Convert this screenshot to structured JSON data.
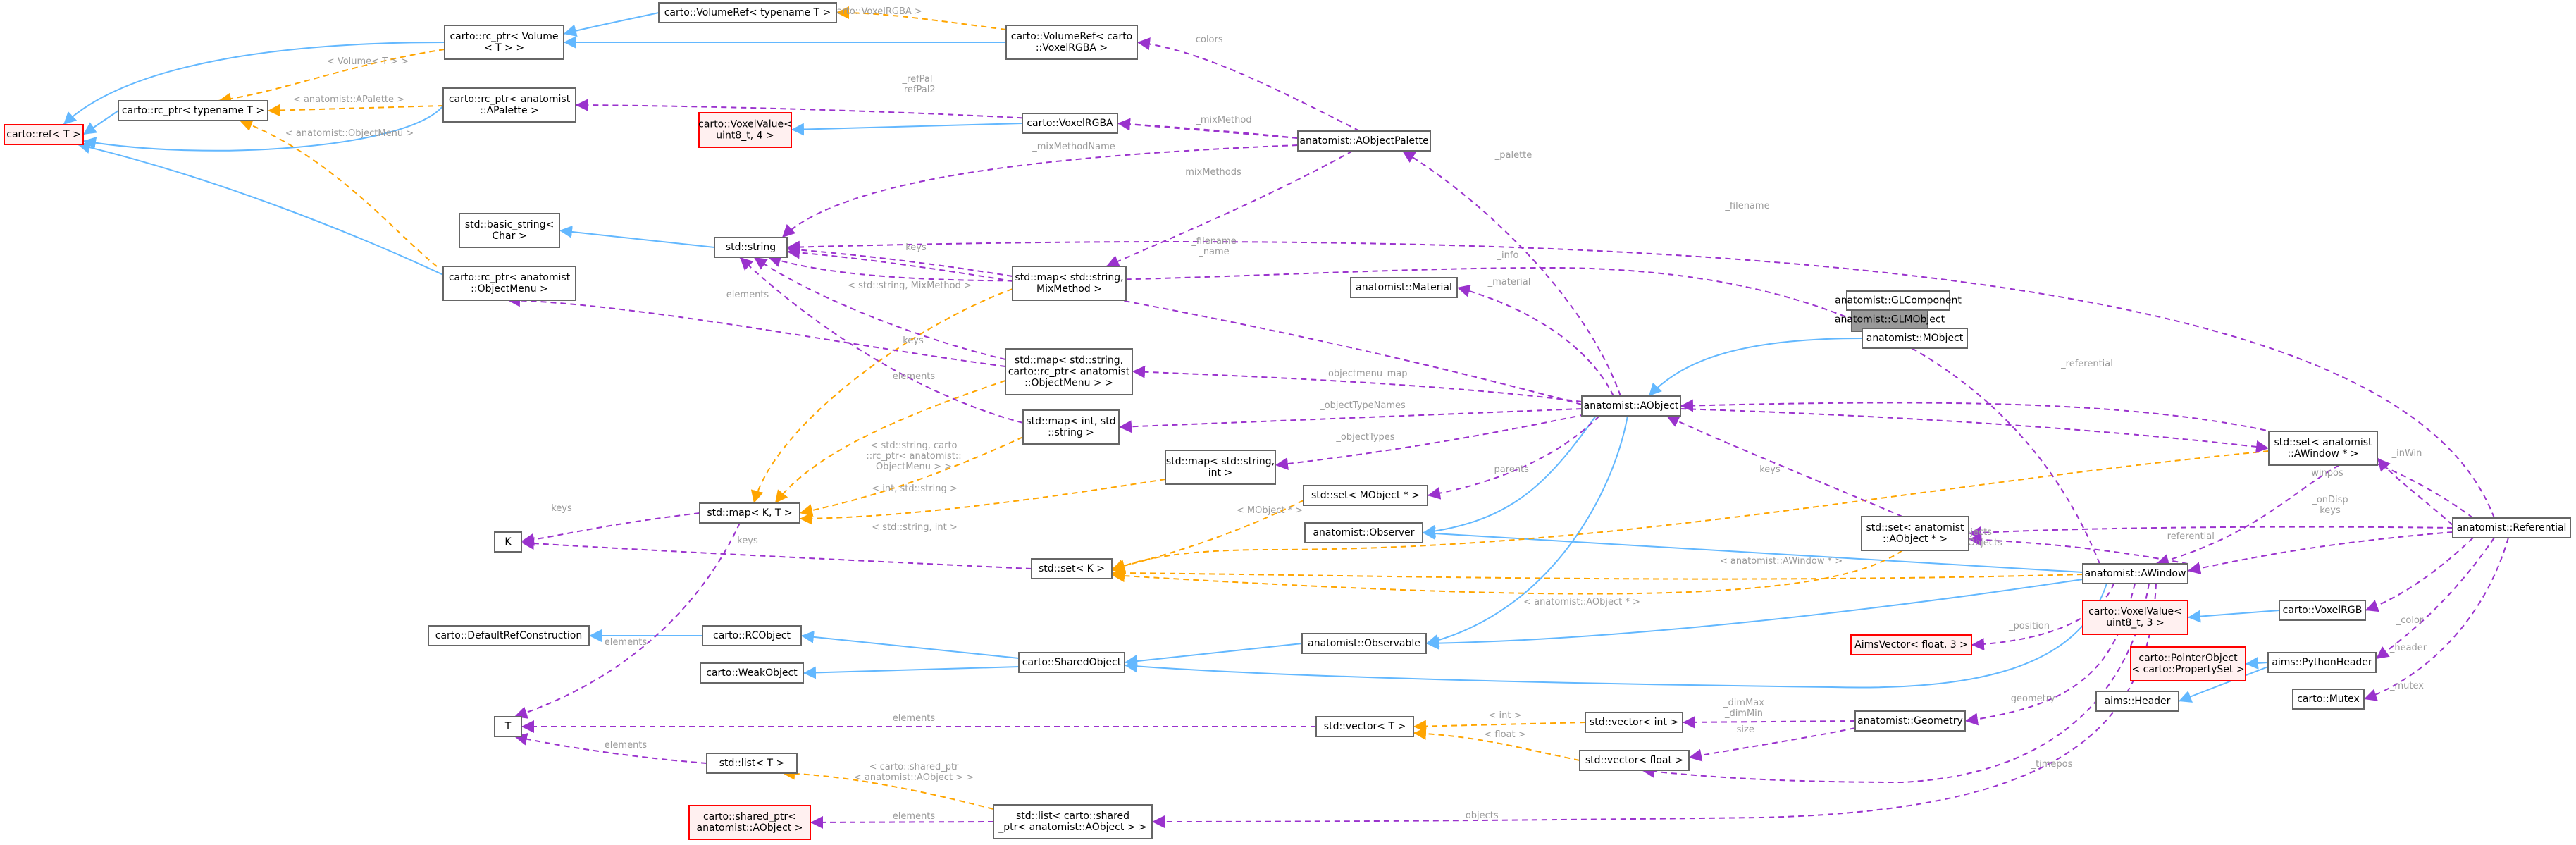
{
  "nodes": [
    {
      "id": "GLMObject",
      "lines": [
        "anatomist::GLMObject"
      ],
      "style": "gray"
    },
    {
      "id": "GLComponent",
      "lines": [
        "anatomist::GLComponent"
      ]
    },
    {
      "id": "MObject",
      "lines": [
        "anatomist::MObject"
      ]
    },
    {
      "id": "AObject",
      "lines": [
        "anatomist::AObject"
      ]
    },
    {
      "id": "Material",
      "lines": [
        "anatomist::Material"
      ]
    },
    {
      "id": "AObjectPalette",
      "lines": [
        "anatomist::AObjectPalette"
      ]
    },
    {
      "id": "VoxelRGBA",
      "lines": [
        "carto::VoxelRGBA"
      ]
    },
    {
      "id": "VoxelValue4",
      "lines": [
        "carto::VoxelValue<",
        "uint8_t, 4 >"
      ],
      "style": "red"
    },
    {
      "id": "VolumeRefRGBA",
      "lines": [
        "carto::VolumeRef< carto",
        "::VoxelRGBA >"
      ]
    },
    {
      "id": "VolumeRefT",
      "lines": [
        "carto::VolumeRef< typename T >"
      ]
    },
    {
      "id": "RcPtrVolume",
      "lines": [
        "carto::rc_ptr< Volume",
        "< T > >"
      ]
    },
    {
      "id": "RcPtrT",
      "lines": [
        "carto::rc_ptr< typename T >"
      ]
    },
    {
      "id": "RefT",
      "lines": [
        "carto::ref< T >"
      ],
      "style": "red"
    },
    {
      "id": "RcPtrAPalette",
      "lines": [
        "carto::rc_ptr< anatomist",
        "::APalette >"
      ]
    },
    {
      "id": "BasicString",
      "lines": [
        "std::basic_string<",
        "Char >"
      ]
    },
    {
      "id": "StdString",
      "lines": [
        "std::string"
      ]
    },
    {
      "id": "RcPtrObjectMenu",
      "lines": [
        "carto::rc_ptr< anatomist",
        "::ObjectMenu >"
      ]
    },
    {
      "id": "MapStrMix",
      "lines": [
        "std::map< std::string,",
        "MixMethod >"
      ]
    },
    {
      "id": "MapStrMenu",
      "lines": [
        "std::map< std::string,",
        "carto::rc_ptr< anatomist",
        "::ObjectMenu > >"
      ]
    },
    {
      "id": "MapIntStr",
      "lines": [
        "std::map< int, std",
        "::string >"
      ]
    },
    {
      "id": "MapStrInt",
      "lines": [
        "std::map< std::string,",
        "int >"
      ]
    },
    {
      "id": "MapKT",
      "lines": [
        "std::map< K, T >"
      ]
    },
    {
      "id": "K",
      "lines": [
        "K"
      ]
    },
    {
      "id": "SetK",
      "lines": [
        "std::set< K >"
      ]
    },
    {
      "id": "SetMObject",
      "lines": [
        "std::set< MObject * >"
      ]
    },
    {
      "id": "Observer",
      "lines": [
        "anatomist::Observer"
      ]
    },
    {
      "id": "Observable",
      "lines": [
        "anatomist::Observable"
      ]
    },
    {
      "id": "SetAObject",
      "lines": [
        "std::set< anatomist",
        "::AObject * >"
      ]
    },
    {
      "id": "SetAWindow",
      "lines": [
        "std::set< anatomist",
        "::AWindow * >"
      ]
    },
    {
      "id": "AWindow",
      "lines": [
        "anatomist::AWindow"
      ]
    },
    {
      "id": "Referential",
      "lines": [
        "anatomist::Referential"
      ]
    },
    {
      "id": "DefaultRefConstruction",
      "lines": [
        "carto::DefaultRefConstruction"
      ]
    },
    {
      "id": "RCObject",
      "lines": [
        "carto::RCObject"
      ]
    },
    {
      "id": "WeakObject",
      "lines": [
        "carto::WeakObject"
      ]
    },
    {
      "id": "SharedObject",
      "lines": [
        "carto::SharedObject"
      ]
    },
    {
      "id": "AimsVector",
      "lines": [
        "AimsVector< float, 3 >"
      ],
      "style": "red"
    },
    {
      "id": "T",
      "lines": [
        "T"
      ]
    },
    {
      "id": "VectorT",
      "lines": [
        "std::vector< T >"
      ]
    },
    {
      "id": "VectorInt",
      "lines": [
        "std::vector< int >"
      ]
    },
    {
      "id": "VectorFloat",
      "lines": [
        "std::vector< float >"
      ]
    },
    {
      "id": "Geometry",
      "lines": [
        "anatomist::Geometry"
      ]
    },
    {
      "id": "ListT",
      "lines": [
        "std::list< T >"
      ]
    },
    {
      "id": "SharedPtrAObject",
      "lines": [
        "carto::shared_ptr<",
        "anatomist::AObject >"
      ],
      "style": "red"
    },
    {
      "id": "ListSharedPtr",
      "lines": [
        "std::list< carto::shared",
        "_ptr< anatomist::AObject > >"
      ]
    },
    {
      "id": "VoxelValue3",
      "lines": [
        "carto::VoxelValue<",
        "uint8_t, 3 >"
      ],
      "style": "red"
    },
    {
      "id": "VoxelRGB",
      "lines": [
        "carto::VoxelRGB"
      ]
    },
    {
      "id": "PointerObject",
      "lines": [
        "carto::PointerObject",
        "< carto::PropertySet >"
      ],
      "style": "red"
    },
    {
      "id": "PythonHeader",
      "lines": [
        "aims::PythonHeader"
      ]
    },
    {
      "id": "AimsHeader",
      "lines": [
        "aims::Header"
      ]
    },
    {
      "id": "Mutex",
      "lines": [
        "carto::Mutex"
      ]
    }
  ],
  "edge_labels": [
    {
      "id": "l_volumeT",
      "lines": [
        "< Volume< T > >"
      ]
    },
    {
      "id": "l_voxelRGBA",
      "lines": [
        "< carto::VoxelRGBA >"
      ]
    },
    {
      "id": "l_colors",
      "lines": [
        "_colors"
      ]
    },
    {
      "id": "l_refpal",
      "lines": [
        "_refPal",
        "_refPal2"
      ]
    },
    {
      "id": "l_apalette",
      "lines": [
        "< anatomist::APalette >"
      ]
    },
    {
      "id": "l_mixmethod",
      "lines": [
        "_mixMethod"
      ]
    },
    {
      "id": "l_objmenu",
      "lines": [
        "< anatomist::ObjectMenu >"
      ]
    },
    {
      "id": "l_mixmethodname",
      "lines": [
        "_mixMethodName"
      ]
    },
    {
      "id": "l_mixmethods",
      "lines": [
        "mixMethods"
      ]
    },
    {
      "id": "l_palette",
      "lines": [
        "_palette"
      ]
    },
    {
      "id": "l_filename_top",
      "lines": [
        "_filename"
      ]
    },
    {
      "id": "l_keys1",
      "lines": [
        "keys"
      ]
    },
    {
      "id": "l_info",
      "lines": [
        "_info"
      ]
    },
    {
      "id": "l_strmix",
      "lines": [
        "< std::string, MixMethod >"
      ]
    },
    {
      "id": "l_fn_name",
      "lines": [
        "_filename",
        "_name"
      ]
    },
    {
      "id": "l_material",
      "lines": [
        "_material"
      ]
    },
    {
      "id": "l_elements1",
      "lines": [
        "elements"
      ]
    },
    {
      "id": "l_keys2",
      "lines": [
        "keys"
      ]
    },
    {
      "id": "l_objmenumap",
      "lines": [
        "_objectmenu_map"
      ]
    },
    {
      "id": "l_referential",
      "lines": [
        "_referential"
      ]
    },
    {
      "id": "l_elements2",
      "lines": [
        "elements"
      ]
    },
    {
      "id": "l_objtypenames",
      "lines": [
        "_objectTypeNames"
      ]
    },
    {
      "id": "l_strcarto",
      "lines": [
        "< std::string, carto",
        "::rc_ptr< anatomist::",
        "ObjectMenu > >"
      ]
    },
    {
      "id": "l_objtypes",
      "lines": [
        "_objectTypes"
      ]
    },
    {
      "id": "l_inwin",
      "lines": [
        "_inWin"
      ]
    },
    {
      "id": "l_winpos",
      "lines": [
        "winpos"
      ]
    },
    {
      "id": "l_intstr",
      "lines": [
        "< int, std::string >"
      ]
    },
    {
      "id": "l_parents",
      "lines": [
        "_parents"
      ]
    },
    {
      "id": "l_keys3",
      "lines": [
        "keys"
      ]
    },
    {
      "id": "l_ondisp",
      "lines": [
        "_onDisp",
        "keys"
      ]
    },
    {
      "id": "l_keys4",
      "lines": [
        "keys"
      ]
    },
    {
      "id": "l_strint",
      "lines": [
        "< std::string, int >"
      ]
    },
    {
      "id": "l_mobject",
      "lines": [
        "< MObject * >"
      ]
    },
    {
      "id": "l_sobjects",
      "lines": [
        "_sobjects",
        "_tempObjects"
      ]
    },
    {
      "id": "l_keys5",
      "lines": [
        "keys"
      ]
    },
    {
      "id": "l_referential2",
      "lines": [
        "_referential"
      ]
    },
    {
      "id": "l_awin",
      "lines": [
        "< anatomist::AWindow * >"
      ]
    },
    {
      "id": "l_aobj",
      "lines": [
        "< anatomist::AObject * >"
      ]
    },
    {
      "id": "l_elements3",
      "lines": [
        "elements"
      ]
    },
    {
      "id": "l_color",
      "lines": [
        "_color"
      ]
    },
    {
      "id": "l_position",
      "lines": [
        "_position"
      ]
    },
    {
      "id": "l_header",
      "lines": [
        "_header"
      ]
    },
    {
      "id": "l_mutex",
      "lines": [
        "_mutex"
      ]
    },
    {
      "id": "l_dim",
      "lines": [
        "_dimMax",
        "_dimMin"
      ]
    },
    {
      "id": "l_geometry",
      "lines": [
        "_geometry"
      ]
    },
    {
      "id": "l_elements4",
      "lines": [
        "elements"
      ]
    },
    {
      "id": "l_tint",
      "lines": [
        "< int >"
      ]
    },
    {
      "id": "l_tfloat",
      "lines": [
        "< float >"
      ]
    },
    {
      "id": "l_size",
      "lines": [
        "_size"
      ]
    },
    {
      "id": "l_elements5",
      "lines": [
        "elements"
      ]
    },
    {
      "id": "l_sharedptr",
      "lines": [
        "< carto::shared_ptr",
        "< anatomist::AObject > >"
      ]
    },
    {
      "id": "l_timepos",
      "lines": [
        "_timepos"
      ]
    },
    {
      "id": "l_elements6",
      "lines": [
        "elements"
      ]
    },
    {
      "id": "l_objects",
      "lines": [
        "_objects"
      ]
    }
  ],
  "colors": {
    "inheritance": "#63b8ff",
    "usage": "#9a32cd",
    "template": "#ffa500",
    "label": "#9a9a9a",
    "highlight_fill": "#999999",
    "undocumented_border": "#ff0000"
  }
}
